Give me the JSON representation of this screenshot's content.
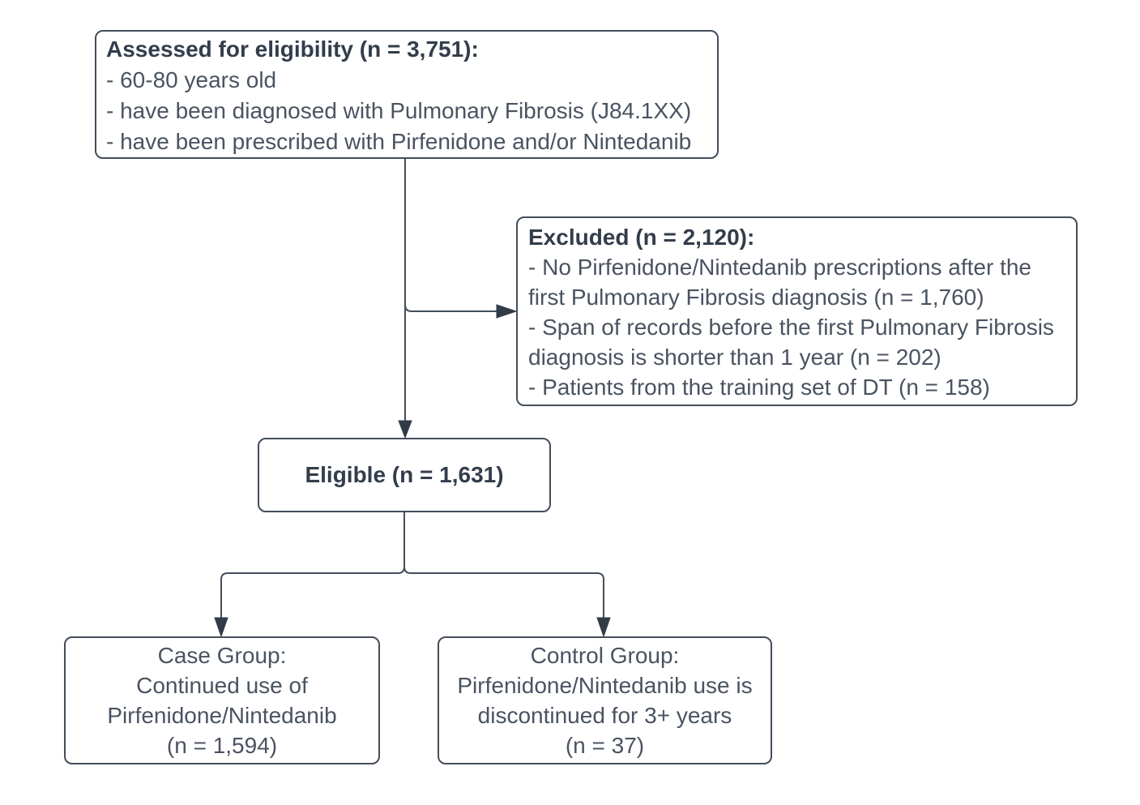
{
  "colors": {
    "background": "#ffffff",
    "box_border": "#444e5b",
    "connector": "#444e5b",
    "arrowhead": "#323b48",
    "title_text": "#333d4b",
    "body_text": "#4a5361"
  },
  "flowchart": {
    "assessed": {
      "title": "Assessed for eligibility (n = 3,751):",
      "lines": [
        "- 60-80 years old",
        "- have been diagnosed with Pulmonary Fibrosis (J84.1XX)",
        "- have been prescribed with Pirfenidone and/or Nintedanib"
      ]
    },
    "excluded": {
      "title": "Excluded (n = 2,120):",
      "lines": [
        "- No Pirfenidone/Nintedanib prescriptions after the",
        "first Pulmonary Fibrosis diagnosis (n = 1,760)",
        "- Span of records before the first Pulmonary Fibrosis",
        "diagnosis is shorter than 1 year (n = 202)",
        "- Patients from the training set of DT (n = 158)"
      ]
    },
    "eligible": {
      "title": "Eligible (n = 1,631)"
    },
    "case_group": {
      "lines": [
        "Case Group:",
        "Continued use of",
        "Pirfenidone/Nintedanib",
        "(n = 1,594)"
      ]
    },
    "control_group": {
      "lines": [
        "Control Group:",
        "Pirfenidone/Nintedanib use is",
        "discontinued for 3+ years",
        "(n = 37)"
      ]
    }
  }
}
